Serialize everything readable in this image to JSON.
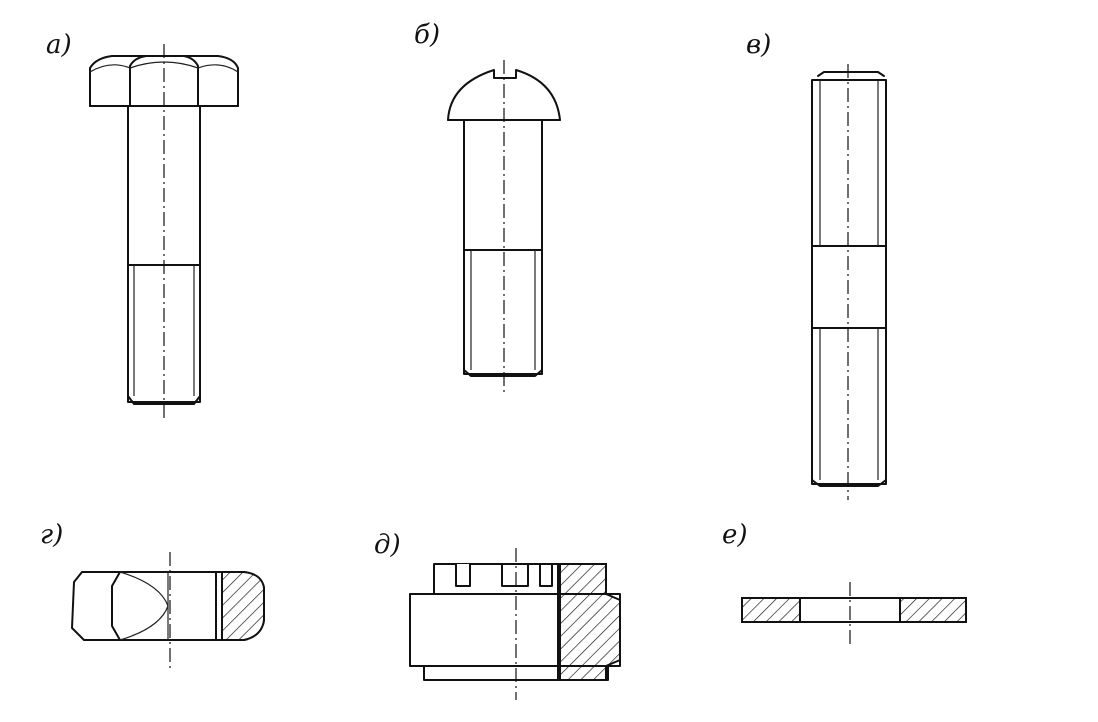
{
  "figure_labels": {
    "a": "а)",
    "b": "б)",
    "v": "в)",
    "g": "г)",
    "d": "д)",
    "e": "е)"
  },
  "colors": {
    "ink": "#111111",
    "background": "#ffffff"
  }
}
